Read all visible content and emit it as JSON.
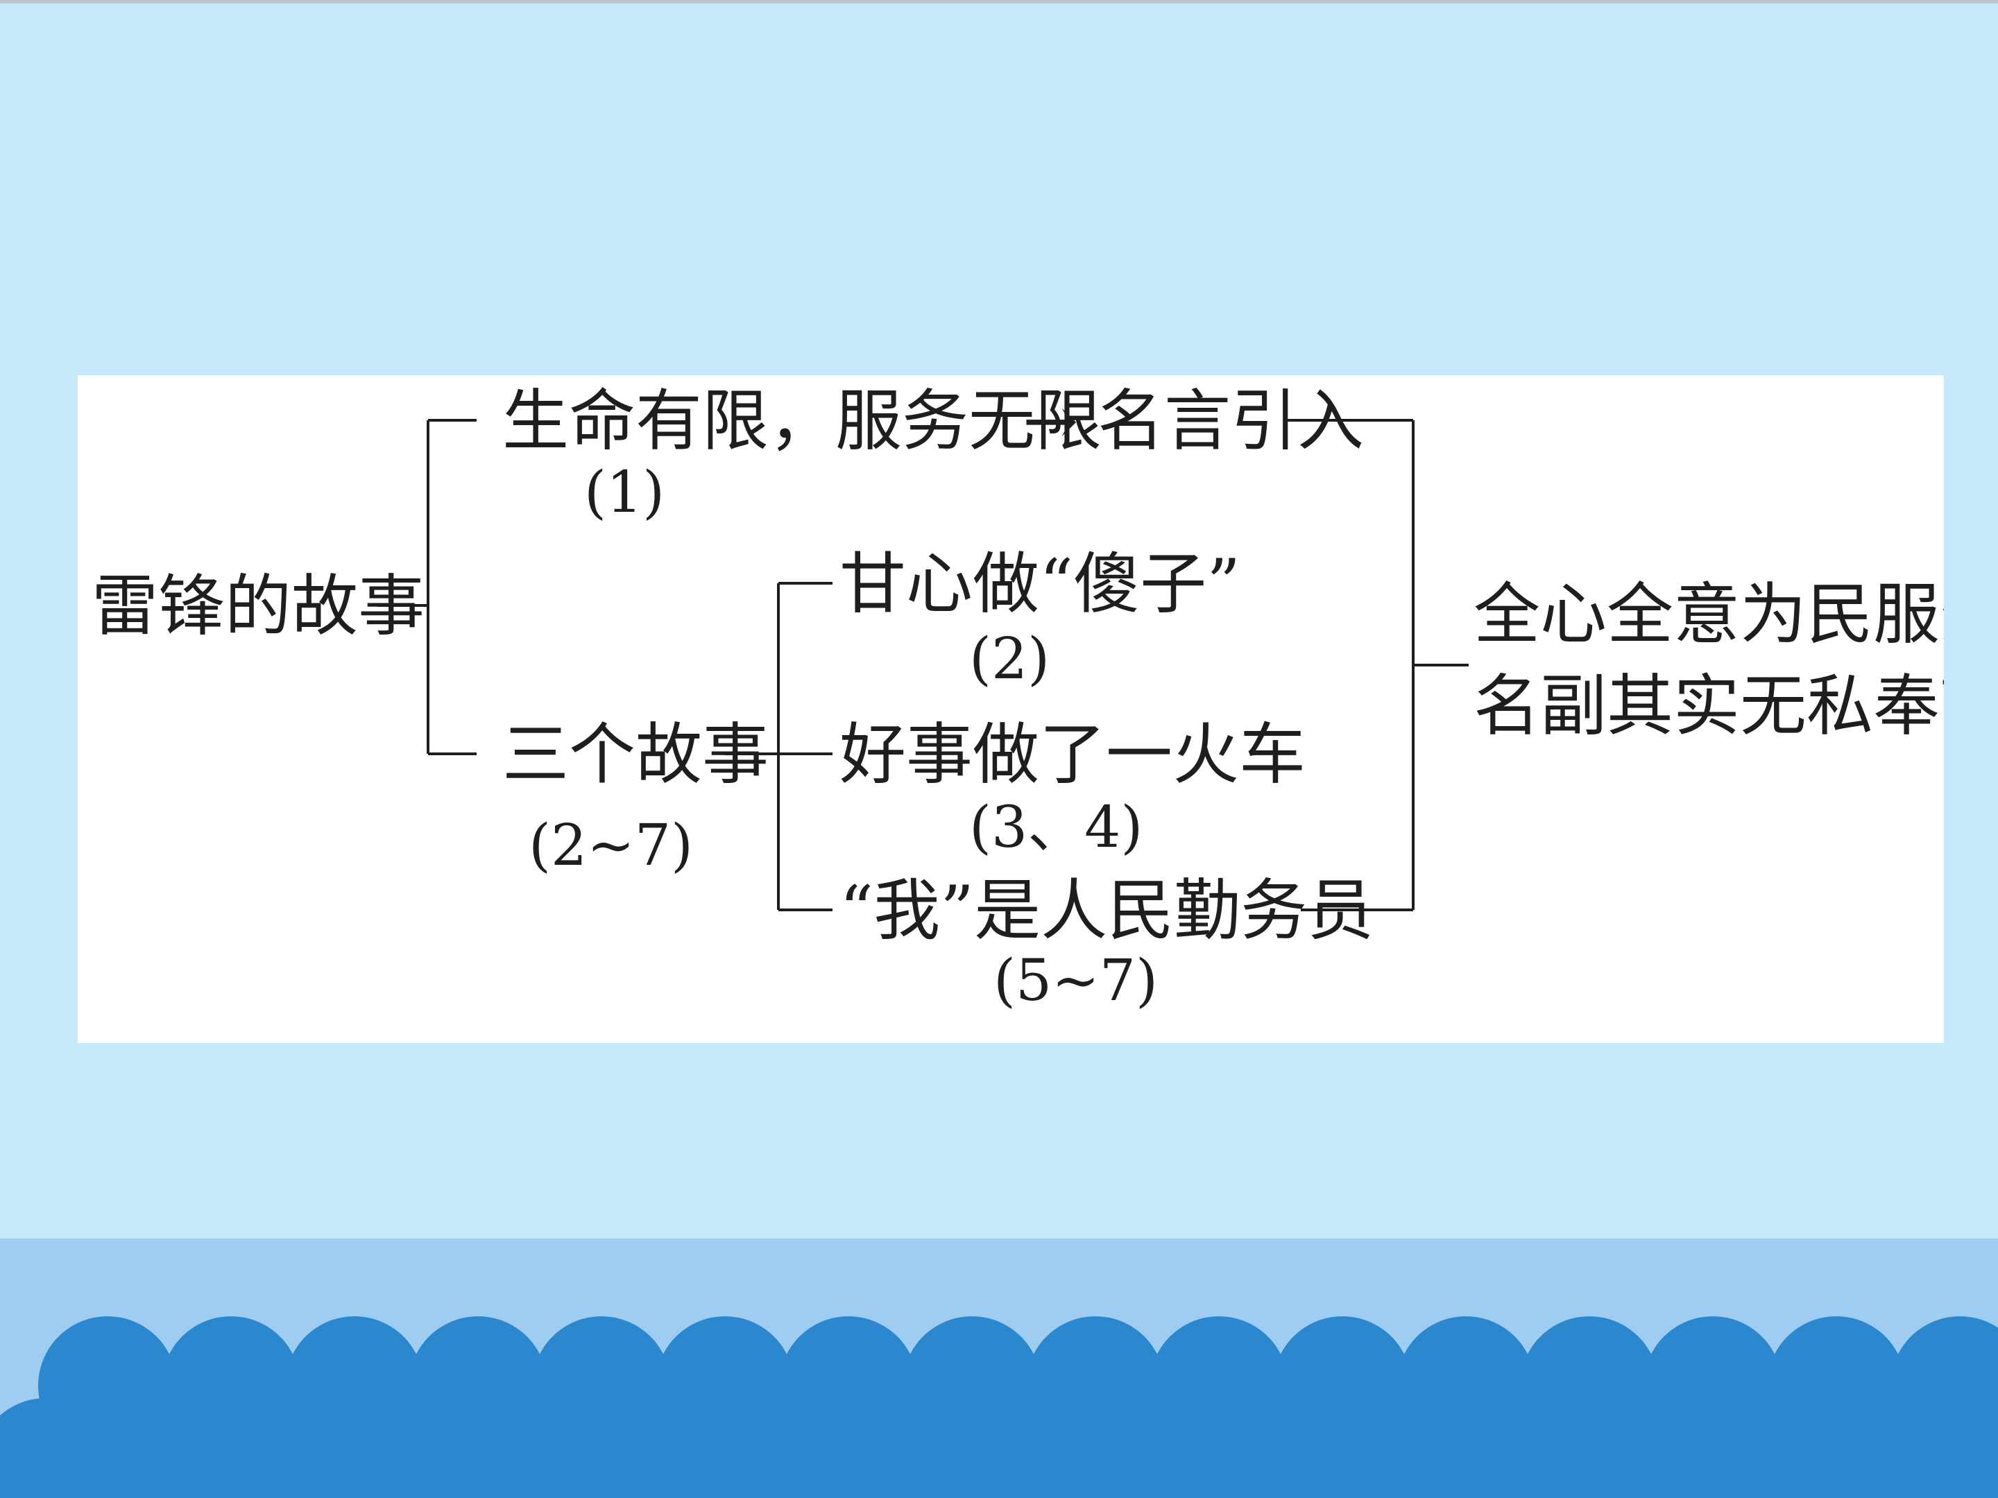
{
  "diagram": {
    "root": "雷锋的故事",
    "branch_top": {
      "title": "生命有限，服务无限",
      "arrow": "→",
      "role": "名言引入",
      "paragraphs": "(1)"
    },
    "branch_bottom": {
      "title": "三个故事",
      "paragraphs": "(2~7)",
      "stories": [
        {
          "title": "甘心做“傻子”",
          "paragraphs": "(2)"
        },
        {
          "title": "好事做了一火车",
          "paragraphs": "(3、4)"
        },
        {
          "title": "“我”是人民勤务员",
          "paragraphs": "(5~7)"
        }
      ]
    },
    "conclusion": {
      "line1": "全心全意为民服务",
      "line2": "名副其实无私奉献"
    }
  },
  "colors": {
    "background": "#c6e8fa",
    "panel": "#ffffff",
    "wave_band": "#9fcdf1",
    "wave_circle": "#2b88cf",
    "line": "#1e1e1e"
  }
}
